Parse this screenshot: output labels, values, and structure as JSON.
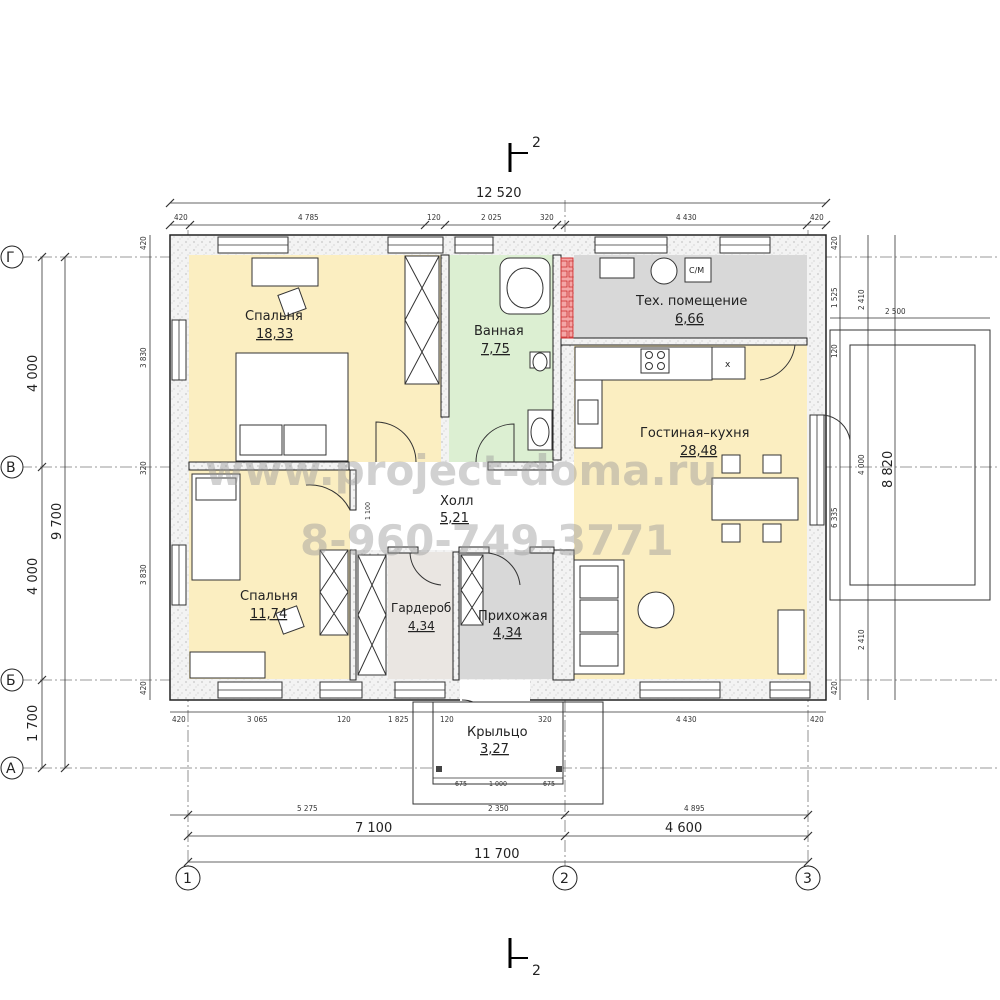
{
  "section_mark": {
    "label": "2"
  },
  "rooms": [
    {
      "id": "bedroom1",
      "name": "Спальня",
      "area": "18,33"
    },
    {
      "id": "bath",
      "name": "Ванная",
      "area": "7,75"
    },
    {
      "id": "tech",
      "name": "Тех. помещение",
      "area": "6,66"
    },
    {
      "id": "living",
      "name": "Гостиная–кухня",
      "area": "28,48"
    },
    {
      "id": "hall",
      "name": "Холл",
      "area": "5,21"
    },
    {
      "id": "bedroom2",
      "name": "Спальня",
      "area": "11,74"
    },
    {
      "id": "wardrobe",
      "name": "Гардероб",
      "area": "4,34"
    },
    {
      "id": "entry",
      "name": "Прихожая",
      "area": "4,34"
    },
    {
      "id": "porch",
      "name": "Крыльцо",
      "area": "3,27"
    }
  ],
  "fixtures": {
    "washer": "С/М"
  },
  "dimensions": {
    "top_total": "12 520",
    "top_chain": [
      "420",
      "4 785",
      "120",
      "2 025",
      "320",
      "4 430",
      "420"
    ],
    "bottom_chain": [
      "420",
      "3 065",
      "120",
      "1 825",
      "120",
      "320",
      "4 430",
      "420"
    ],
    "bottom_chain2": [
      "5 275",
      "2 350",
      "4 895"
    ],
    "bottom_axes": [
      "7 100",
      "4 600"
    ],
    "bottom_total": "11 700",
    "porch_chain": [
      "675",
      "1 000",
      "675"
    ],
    "left_axes": [
      "4 000",
      "4 000",
      "1 700"
    ],
    "left_total": "9 700",
    "left_inner": [
      "420",
      "3 830",
      "320",
      "3 830",
      "420"
    ],
    "right_inner": [
      "420",
      "1 525",
      "120",
      "4 000",
      "2 410",
      "420"
    ],
    "right_sub": [
      "2 410",
      "6 335"
    ],
    "right_total": "8 820",
    "terrace_width": "2 500",
    "hall_small": "1 100"
  },
  "axes": {
    "rows": [
      "Г",
      "В",
      "Б",
      "А"
    ],
    "cols": [
      "1",
      "2",
      "3"
    ]
  },
  "watermark": {
    "site": "www.project-doma.ru",
    "phone": "8-960-749-3771"
  },
  "colors": {
    "bedroom": "#fbeec1",
    "bath": "#dcefd2",
    "tech": "#d8d8d8",
    "living": "#fbeec1",
    "wardrobe": "#eae6e2",
    "entry": "#d8d8d8",
    "hall": "#ffffff",
    "wall": "#f0f0f0",
    "brick": "#f4a6a6"
  }
}
